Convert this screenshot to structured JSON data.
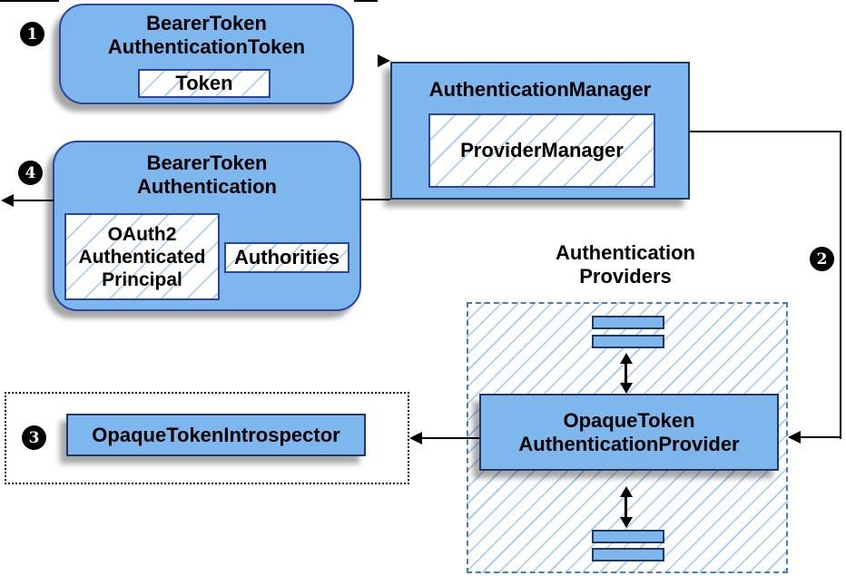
{
  "colors": {
    "node_fill": "#7eb6ee",
    "node_border": "#2b45a0",
    "dark_border": "#1f3864",
    "hatch_line": "#9ec9f0",
    "dashed_border": "#4a7cb8",
    "connector": "#000000",
    "badge_bg": "#000000",
    "badge_text": "#ffffff",
    "canvas_bg": "#ffffff"
  },
  "badges": {
    "step1": "1",
    "step2": "2",
    "step3": "3",
    "step4": "4"
  },
  "nodes": {
    "bearer_token_authentication_token": {
      "title": "BearerToken\nAuthenticationToken",
      "inner": "Token"
    },
    "authentication_manager": {
      "title": "AuthenticationManager",
      "inner": "ProviderManager"
    },
    "bearer_token_authentication": {
      "title": "BearerToken\nAuthentication",
      "principal": "OAuth2\nAuthenticated\nPrincipal",
      "authorities": "Authorities"
    },
    "authentication_providers": {
      "label": "Authentication\nProviders"
    },
    "opaque_token_authentication_provider": {
      "title": "OpaqueToken\nAuthenticationProvider"
    },
    "opaque_token_introspector": {
      "title": "OpaqueTokenIntrospector"
    }
  }
}
